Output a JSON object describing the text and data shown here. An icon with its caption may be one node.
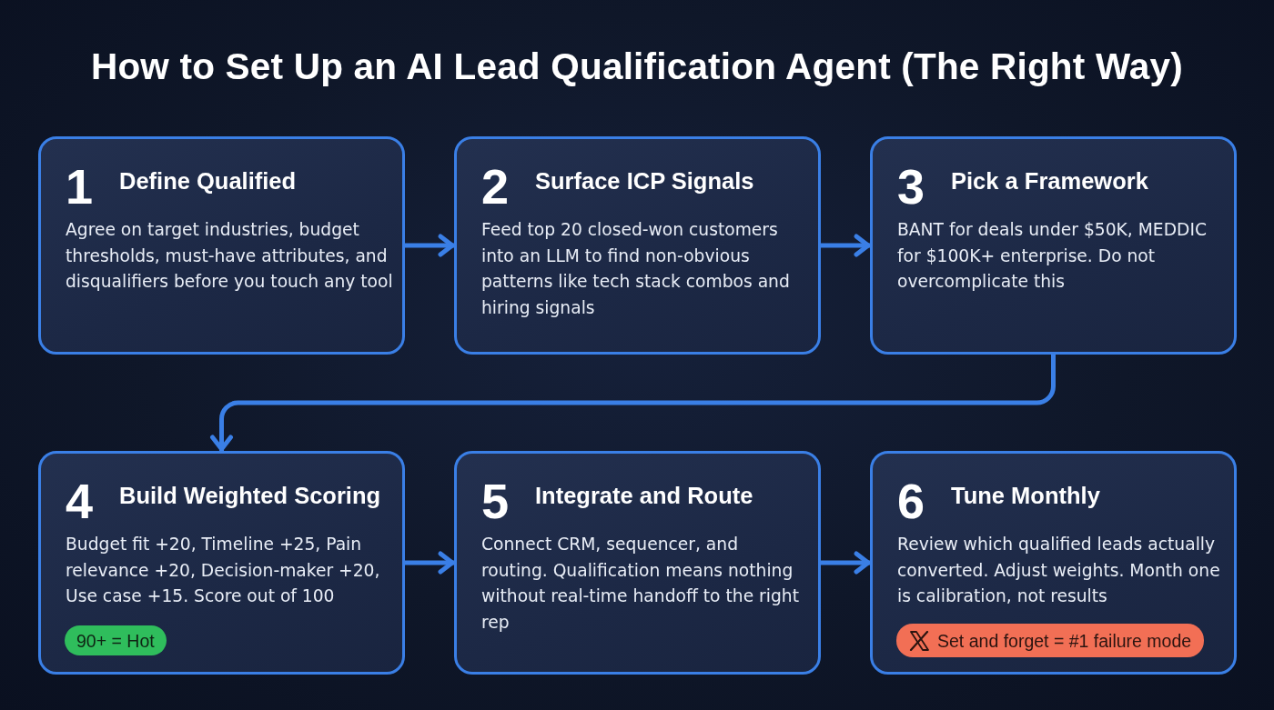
{
  "diagram": {
    "title": "How to Set Up an AI Lead Qualification Agent (The Right Way)",
    "nodes": [
      {
        "text": [
          "1",
          "Define Qualified",
          "Agree on target industries, budget thresholds, must-have attributes, and disqualifiers before you touch any tool"
        ]
      },
      {
        "text": [
          "2",
          "Surface ICP Signals",
          "Feed top 20 closed-won customers into an LLM to find non-obvious patterns like tech stack combos and hiring signals"
        ]
      },
      {
        "text": [
          "3",
          "Pick a Framework",
          "BANT for deals under $50K, MEDDIC for $100K+ enterprise. Do not overcomplicate this"
        ]
      },
      {
        "text": [
          "4",
          "Build Weighted Scoring",
          "Budget fit +20, Timeline +25, Pain relevance +20, Decision-maker +20, Use case +15. Score out of 100"
        ]
      },
      {
        "text": [
          "90+ = Hot"
        ],
        "in": 3
      },
      {
        "text": [
          "5",
          "Integrate and Route",
          "Connect CRM, sequencer, and routing. Qualification means nothing without real-time handoff to the right rep"
        ]
      },
      {
        "text": [
          "6",
          "Tune Monthly",
          "Review which qualified leads actually converted. Adjust weights. Month one is calibration, not results"
        ]
      },
      {
        "text": [
          "Set and forget = #1 failure mode"
        ],
        "in": 6
      }
    ],
    "edges": [
      {
        "from": 0,
        "to": 1,
        "arrow": "to"
      },
      {
        "from": 1,
        "to": 2,
        "arrow": "to"
      },
      {
        "from": 2,
        "to": 3,
        "arrow": "to"
      },
      {
        "from": 3,
        "to": 5,
        "arrow": "to"
      },
      {
        "from": 5,
        "to": 6,
        "arrow": "to"
      }
    ]
  }
}
